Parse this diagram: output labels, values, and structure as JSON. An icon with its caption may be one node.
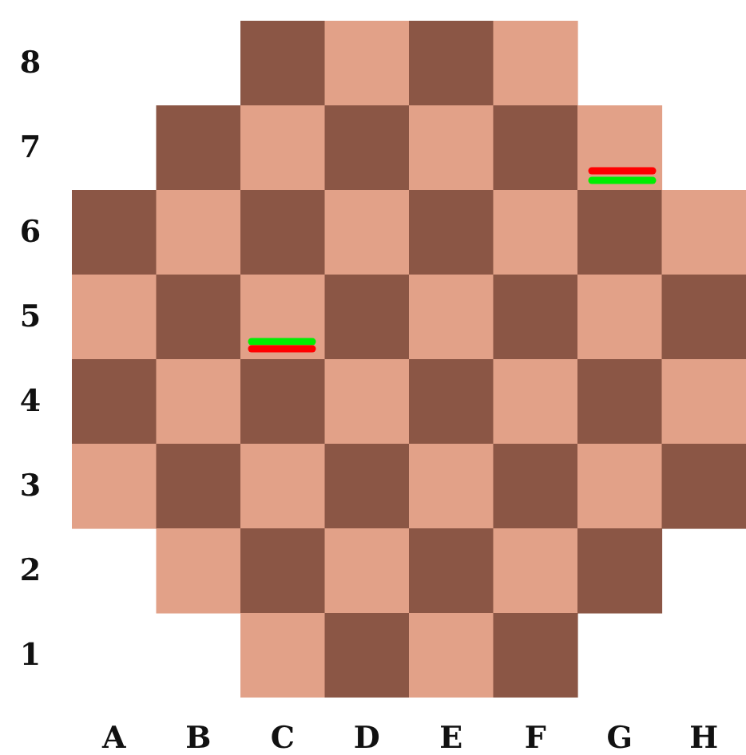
{
  "diagram": {
    "labels": [
      "8",
      "7",
      "6",
      "5",
      "4",
      "3",
      "2",
      "1",
      "A",
      "B",
      "C",
      "D",
      "E",
      "F",
      "G",
      "H"
    ]
  }
}
